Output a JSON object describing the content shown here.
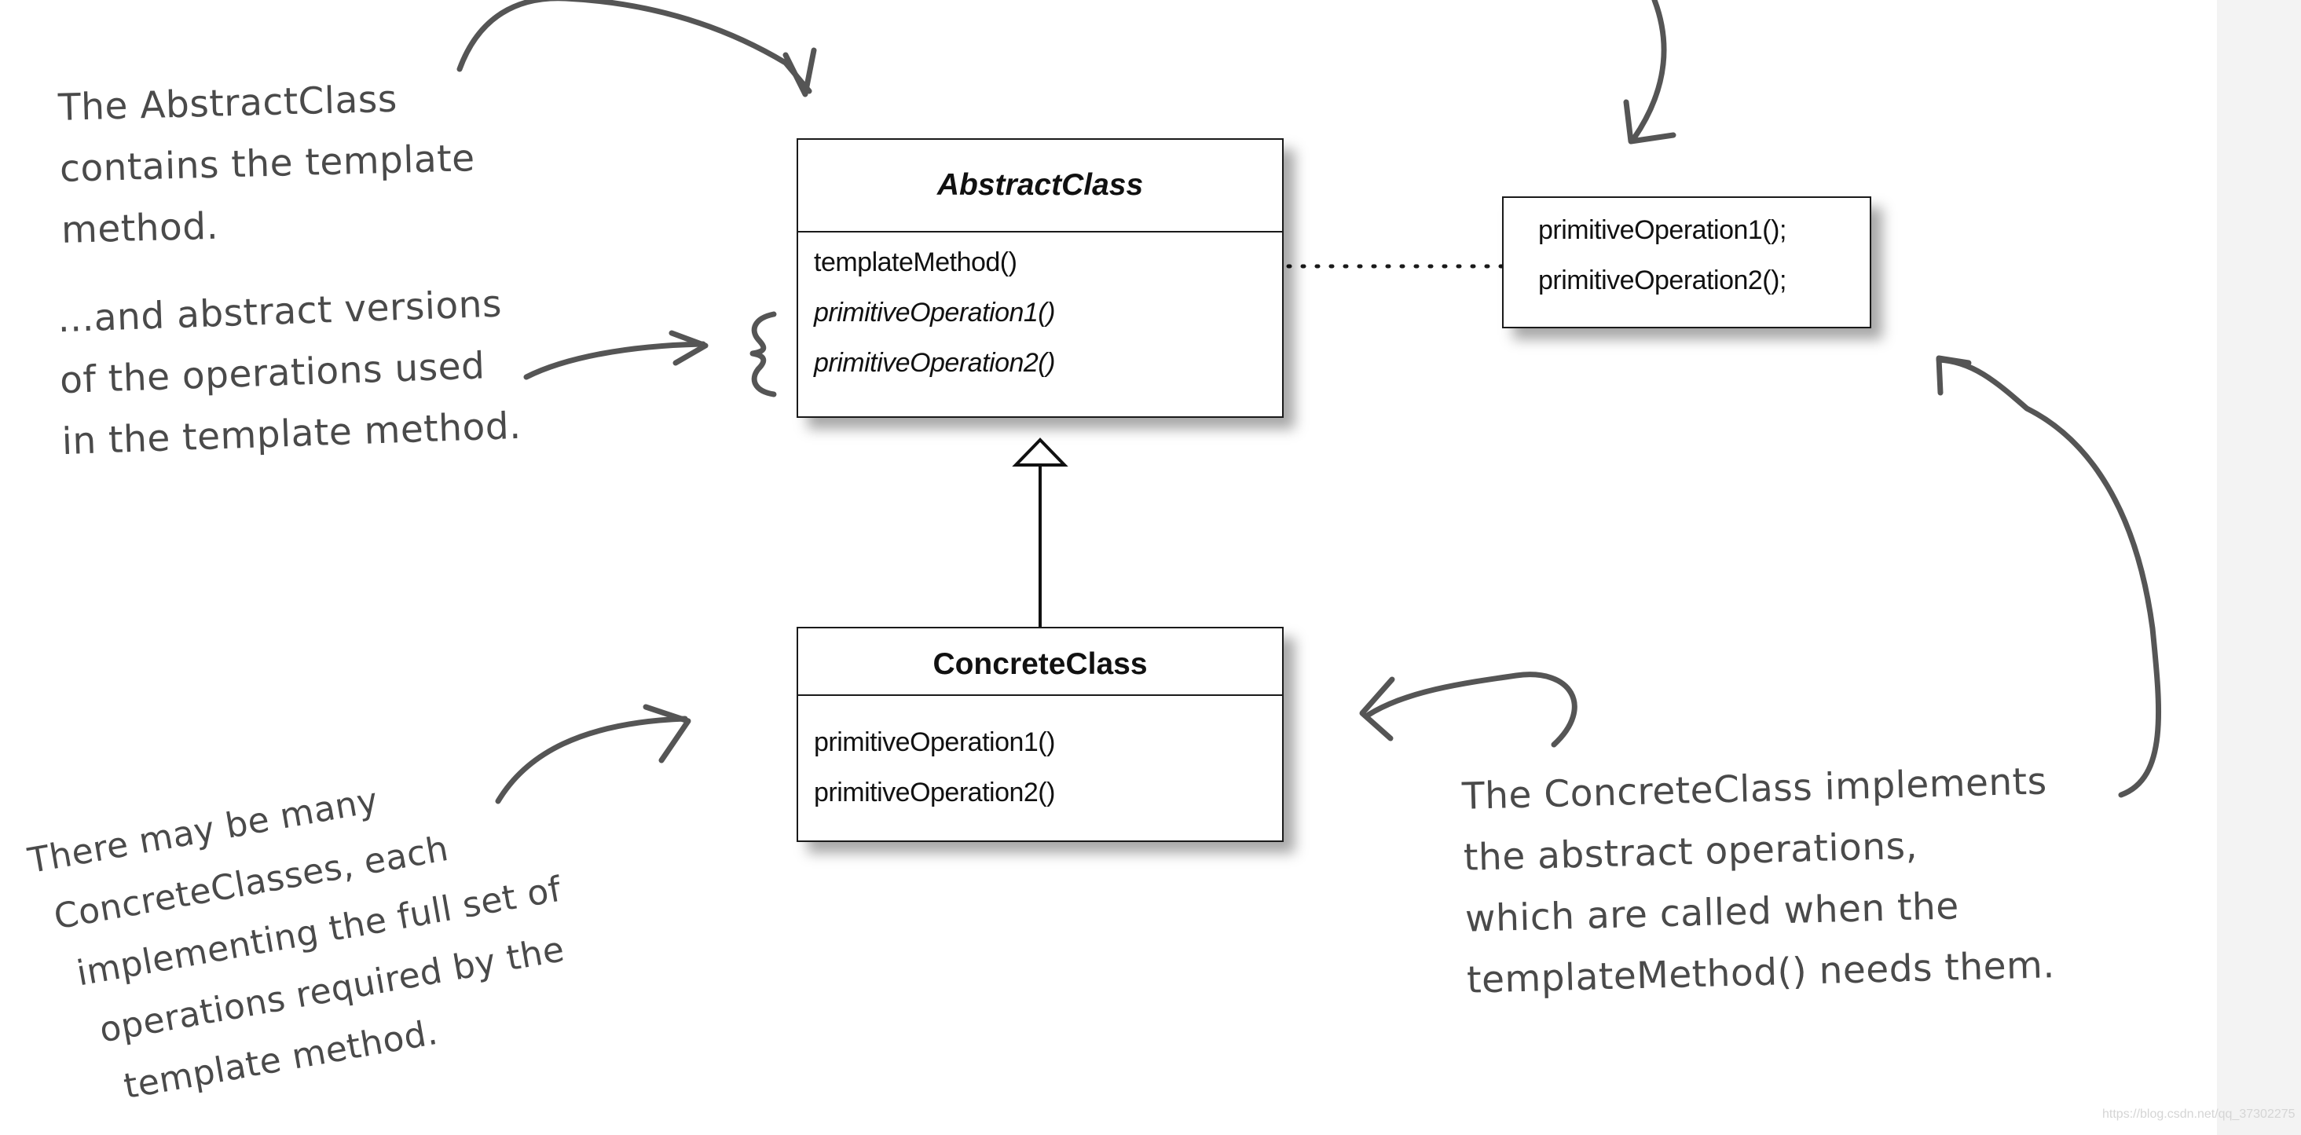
{
  "abstract_class": {
    "name": "AbstractClass",
    "operations": [
      {
        "label": "templateMethod()",
        "italic": false
      },
      {
        "label": "primitiveOperation1()",
        "italic": true
      },
      {
        "label": "primitiveOperation2()",
        "italic": true
      }
    ]
  },
  "template_method_body": {
    "lines": [
      "primitiveOperation1();",
      "primitiveOperation2();"
    ]
  },
  "concrete_class": {
    "name": "ConcreteClass",
    "operations": [
      "primitiveOperation1()",
      "primitiveOperation2()"
    ]
  },
  "notes": {
    "template_method_note": [
      "The AbstractClass",
      "contains the template",
      "method."
    ],
    "abstract_ops_note": [
      "...and abstract versions",
      "of the operations used",
      "in the template method."
    ],
    "many_concrete_note": [
      "There may be many",
      "ConcreteClasses, each",
      "implementing the full set of",
      "operations required by the",
      "template method."
    ],
    "concrete_impl_note": [
      "The ConcreteClass implements",
      "the abstract operations,",
      "which are called when the",
      "templateMethod() needs them."
    ]
  },
  "watermark": "https://blog.csdn.net/qq_37302275",
  "colors": {
    "annotation": "#4a4a4a",
    "uml_line": "#1a1a1a",
    "side_strip": "#f3f3f3"
  }
}
